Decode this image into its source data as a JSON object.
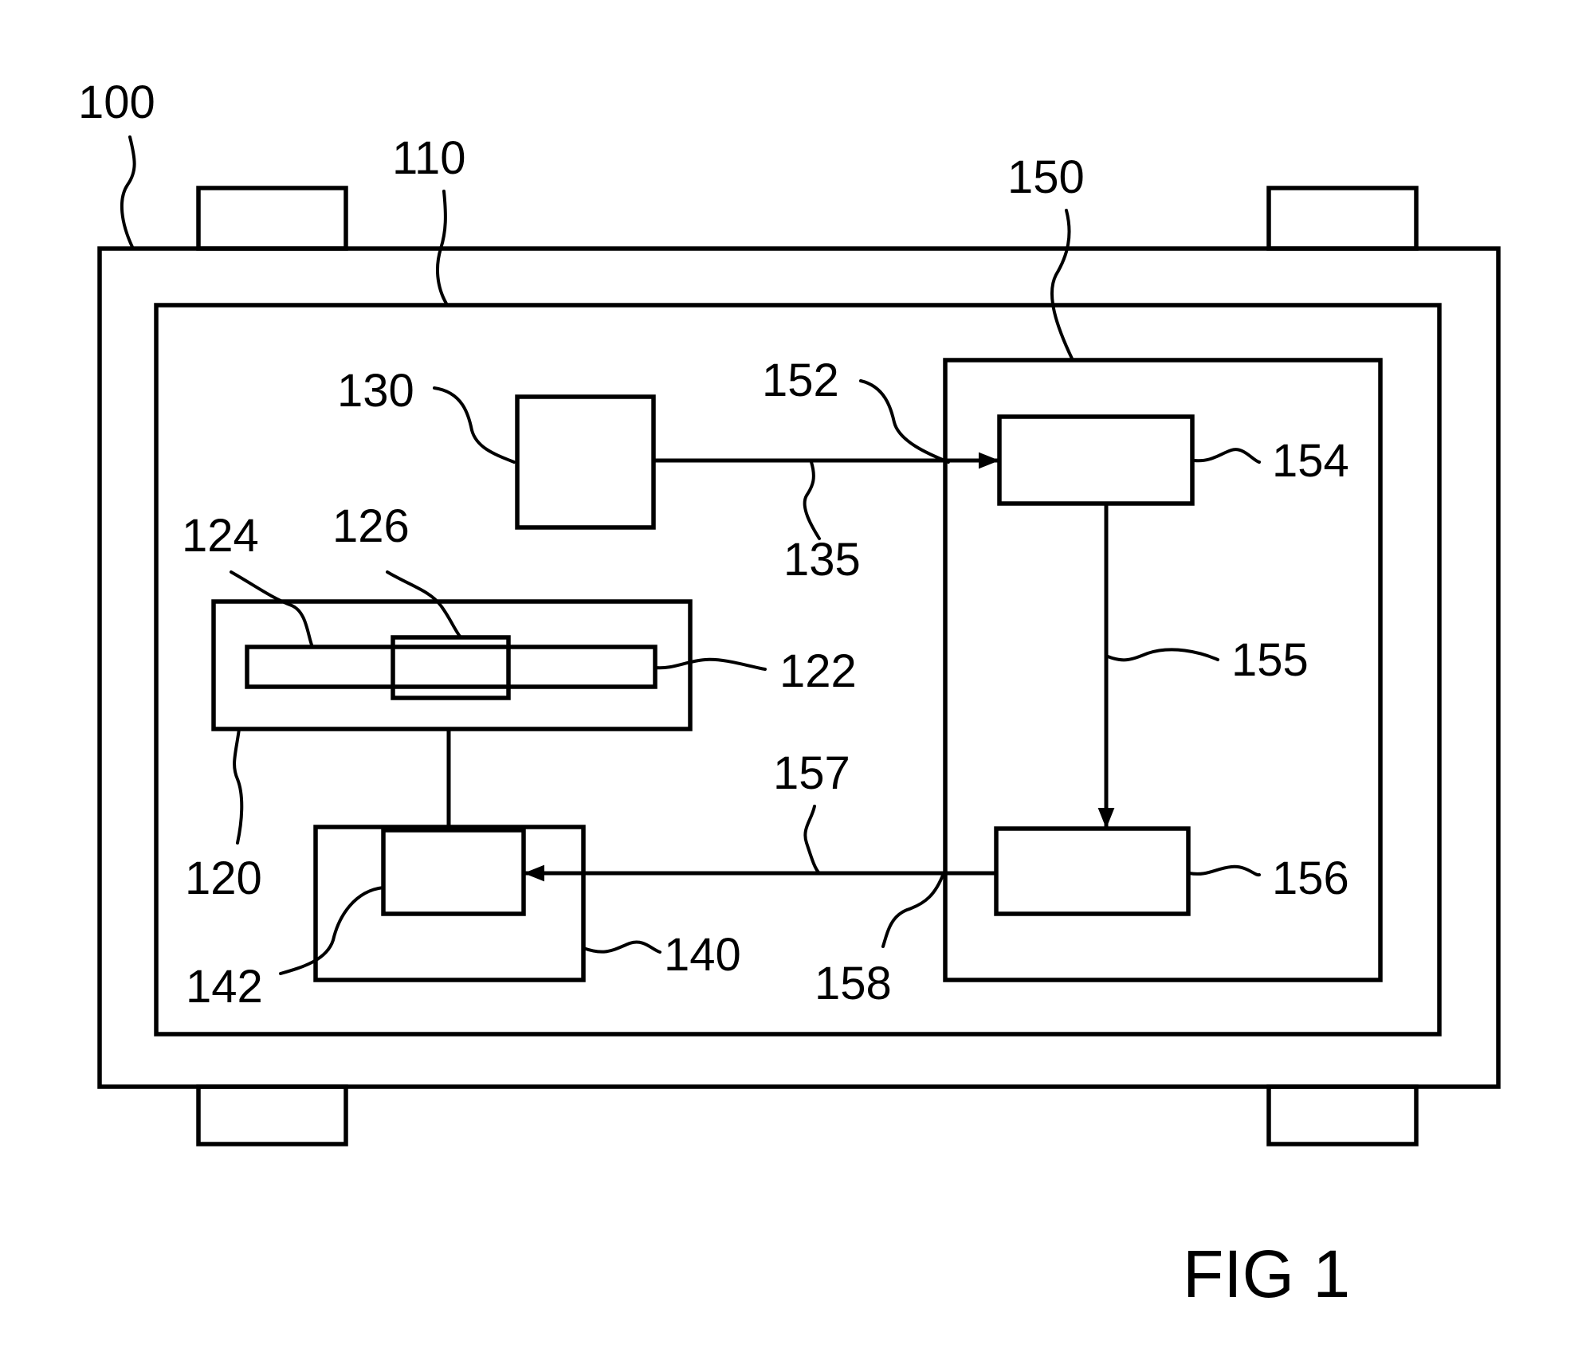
{
  "figure_label": "FIG 1",
  "refs": {
    "r100": "100",
    "r110": "110",
    "r120": "120",
    "r122": "122",
    "r124": "124",
    "r126": "126",
    "r130": "130",
    "r135": "135",
    "r140": "140",
    "r142": "142",
    "r150": "150",
    "r152": "152",
    "r154": "154",
    "r155": "155",
    "r156": "156",
    "r157": "157",
    "r158": "158"
  },
  "colors": {
    "ink": "#000000",
    "paper": "#ffffff"
  }
}
